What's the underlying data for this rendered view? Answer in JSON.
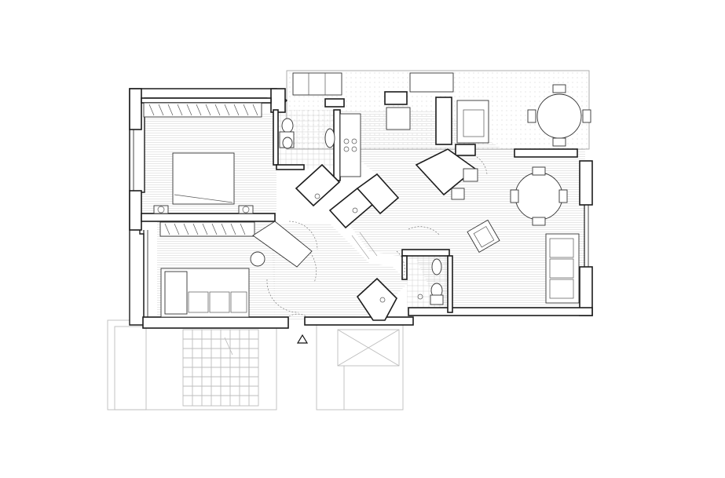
{
  "drawing": {
    "kind": "architectural-floor-plan",
    "style": "monochrome line drawing",
    "colors": {
      "background": "#ffffff",
      "wall_stroke": "#1c1c1c",
      "floor_hatch": "#d4d4d4",
      "context_lines": "#bdbdbd"
    },
    "icons": {
      "entrance": "triangle-entrance-marker",
      "north": "none"
    },
    "rooms": [
      "bedroom",
      "second-bedroom",
      "bathroom",
      "second-bathroom",
      "kitchen",
      "living-dining",
      "terrace",
      "hallway",
      "stairwell"
    ]
  }
}
